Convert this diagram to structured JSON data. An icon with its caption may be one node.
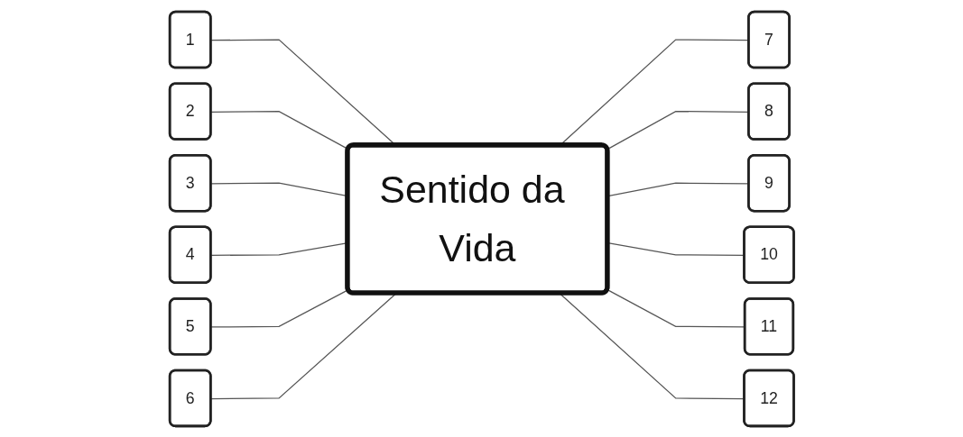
{
  "diagram": {
    "nodes": [
      {
        "text": [
          "Sentido da Vida"
        ]
      },
      {
        "text": [
          "1"
        ]
      },
      {
        "text": [
          "2"
        ]
      },
      {
        "text": [
          "3"
        ]
      },
      {
        "text": [
          "4"
        ]
      },
      {
        "text": [
          "5"
        ]
      },
      {
        "text": [
          "6"
        ]
      },
      {
        "text": [
          "7"
        ]
      },
      {
        "text": [
          "8"
        ]
      },
      {
        "text": [
          "9"
        ]
      },
      {
        "text": [
          "10"
        ]
      },
      {
        "text": [
          "11"
        ]
      },
      {
        "text": [
          "12"
        ]
      }
    ],
    "edges": [
      {
        "from": 1,
        "to": 0,
        "arrow": "none"
      },
      {
        "from": 2,
        "to": 0,
        "arrow": "none"
      },
      {
        "from": 3,
        "to": 0,
        "arrow": "none"
      },
      {
        "from": 4,
        "to": 0,
        "arrow": "none"
      },
      {
        "from": 5,
        "to": 0,
        "arrow": "none"
      },
      {
        "from": 6,
        "to": 0,
        "arrow": "none"
      },
      {
        "from": 0,
        "to": 7,
        "arrow": "none"
      },
      {
        "from": 0,
        "to": 8,
        "arrow": "none"
      },
      {
        "from": 0,
        "to": 9,
        "arrow": "none"
      },
      {
        "from": 0,
        "to": 10,
        "arrow": "none"
      },
      {
        "from": 0,
        "to": 11,
        "arrow": "none"
      },
      {
        "from": 0,
        "to": 12,
        "arrow": "none"
      }
    ]
  }
}
